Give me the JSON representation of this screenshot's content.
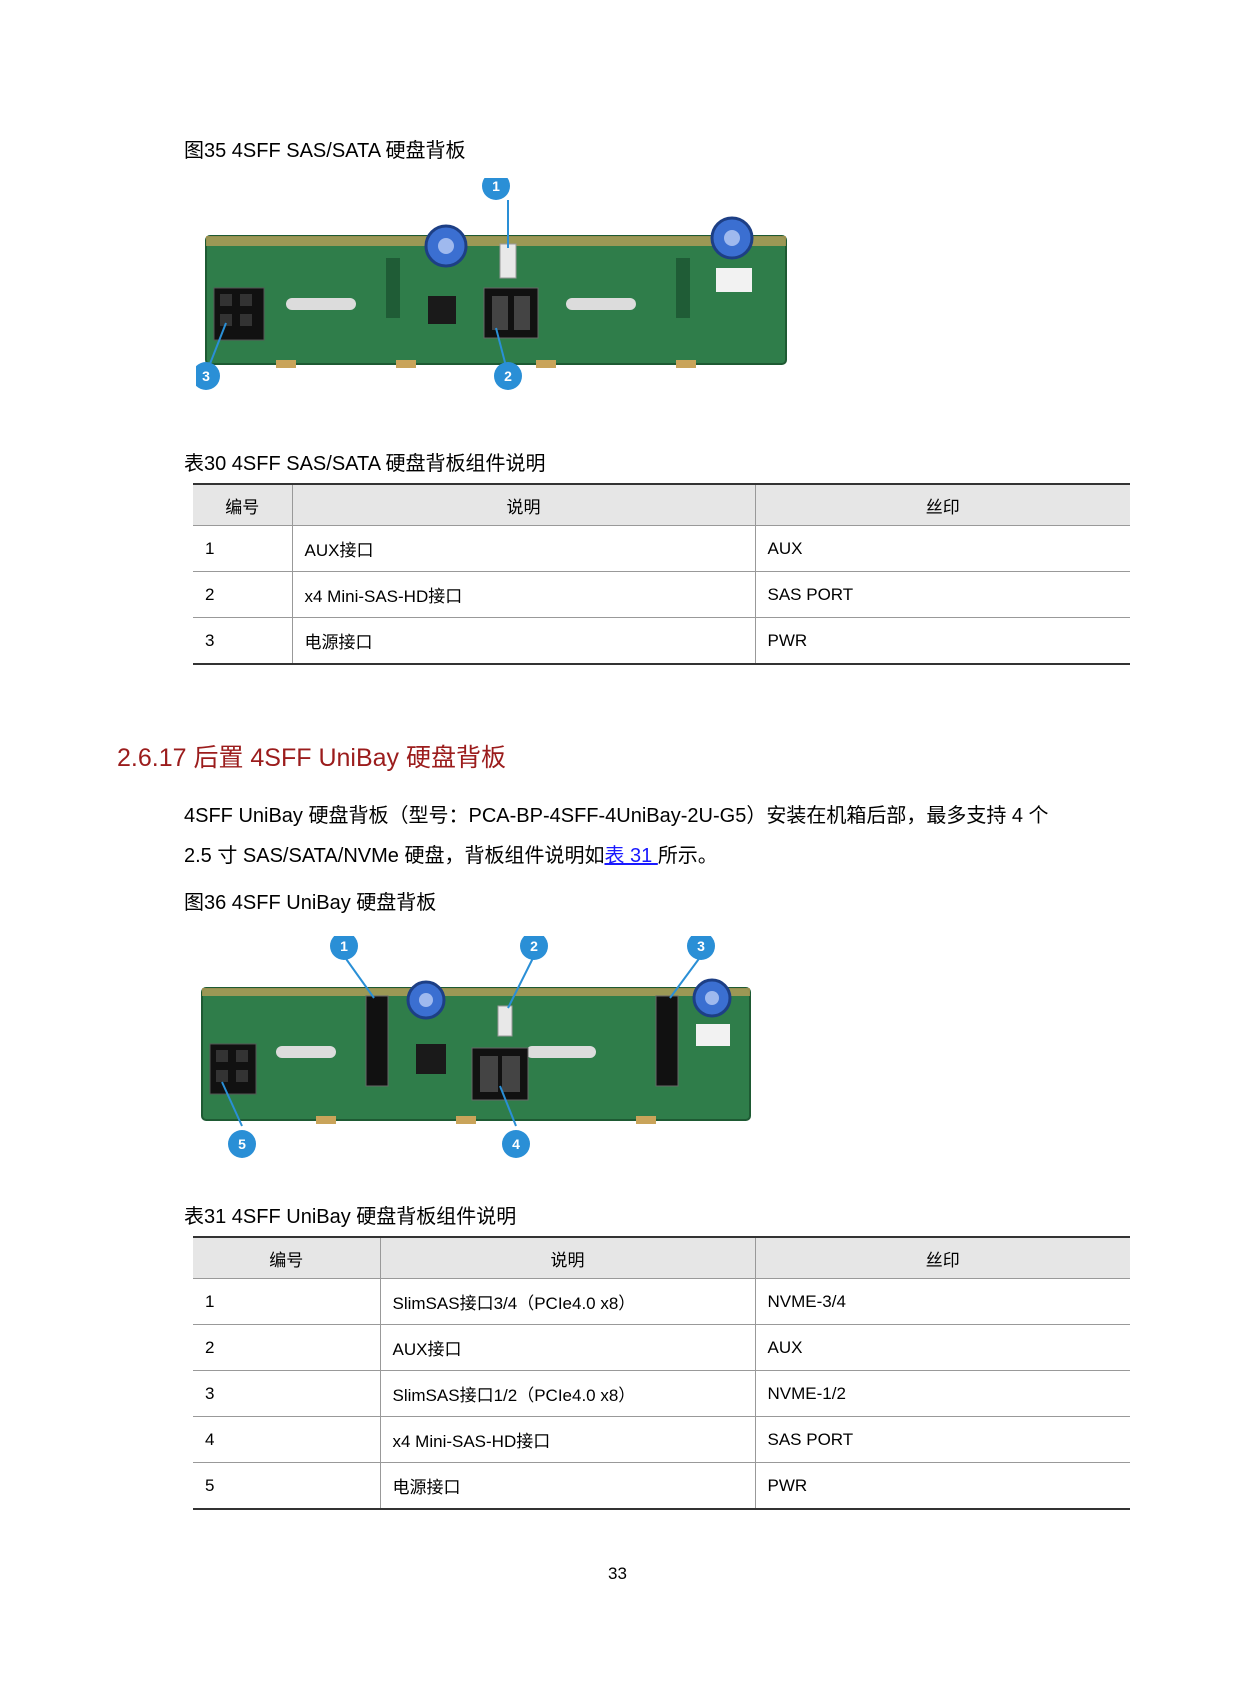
{
  "figure35": {
    "caption": "图35  4SFF SAS/SATA 硬盘背板",
    "callouts": [
      "1",
      "2",
      "3"
    ]
  },
  "table30": {
    "caption": "表30  4SFF SAS/SATA 硬盘背板组件说明",
    "headers": [
      "编号",
      "说明",
      "丝印"
    ],
    "rows": [
      [
        "1",
        "AUX接口",
        "AUX"
      ],
      [
        "2",
        "x4 Mini-SAS-HD接口",
        "SAS PORT"
      ],
      [
        "3",
        "电源接口",
        "PWR"
      ]
    ]
  },
  "section": {
    "title": "2.6.17  后置 4SFF UniBay 硬盘背板",
    "para_line1": "4SFF UniBay 硬盘背板（型号：PCA-BP-4SFF-4UniBay-2U-G5）安装在机箱后部，最多支持 4 个",
    "para_line2_before": "2.5 寸 SAS/SATA/NVMe 硬盘，背板组件说明如",
    "para_link": "表 31 ",
    "para_line2_after": "所示。"
  },
  "figure36": {
    "caption": "图36  4SFF UniBay 硬盘背板",
    "callouts": [
      "1",
      "2",
      "3",
      "4",
      "5"
    ]
  },
  "table31": {
    "caption": "表31  4SFF UniBay 硬盘背板组件说明",
    "headers": [
      "编号",
      "说明",
      "丝印"
    ],
    "rows": [
      [
        "1",
        "SlimSAS接口3/4（PCIe4.0 x8）",
        "NVME-3/4"
      ],
      [
        "2",
        "AUX接口",
        "AUX"
      ],
      [
        "3",
        "SlimSAS接口1/2（PCIe4.0 x8）",
        "NVME-1/2"
      ],
      [
        "4",
        "x4 Mini-SAS-HD接口",
        "SAS PORT"
      ],
      [
        "5",
        "电源接口",
        "PWR"
      ]
    ]
  },
  "page_number": "33",
  "colors": {
    "pcb_green": "#2f7d4a",
    "callout_blue": "#2a8fd6",
    "section_red": "#9b1c1c",
    "link_blue": "#1a1aff"
  }
}
